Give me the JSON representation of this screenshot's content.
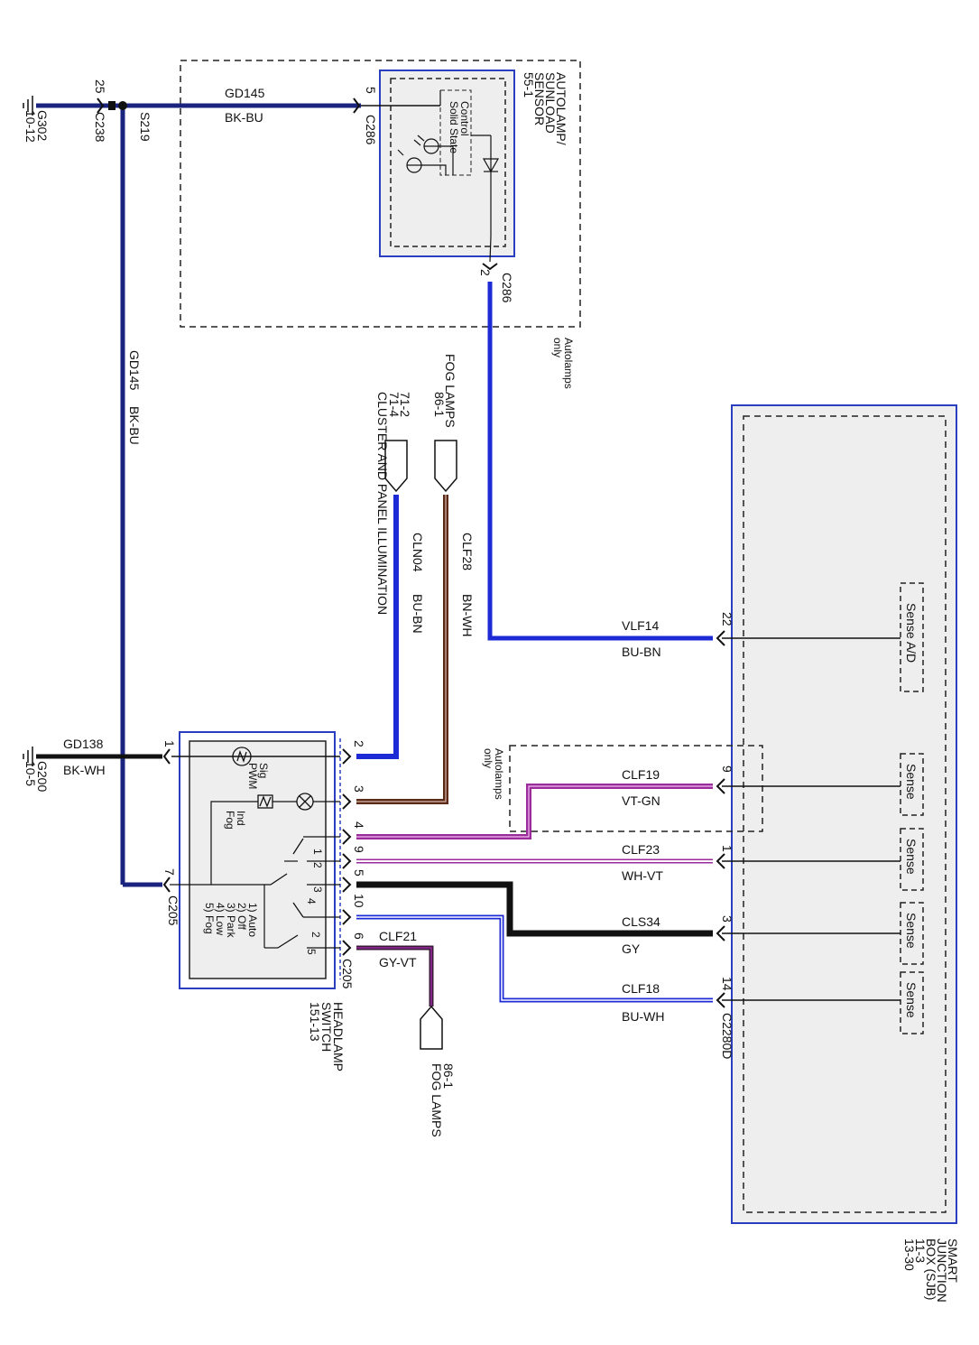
{
  "grounds": {
    "g302": {
      "name": "G302",
      "ref": "10-12"
    },
    "g200": {
      "name": "G200",
      "ref": "10-5"
    }
  },
  "connectors": {
    "c238": {
      "name": "C238",
      "pin": "25"
    },
    "s219": {
      "name": "S219"
    },
    "c286_top": {
      "name": "C286",
      "pin": "5"
    },
    "c286_bot": {
      "name": "C286",
      "pin": "2"
    },
    "c205_left": {
      "name": "C205"
    },
    "c205_right": {
      "name": "C205"
    },
    "c2280d": {
      "name": "C2280D"
    }
  },
  "wires": {
    "gd145_top": {
      "circuit": "GD145",
      "color": "BK-BU"
    },
    "gd145_vert": {
      "circuit": "GD145",
      "color": "BK-BU"
    },
    "gd138": {
      "circuit": "GD138",
      "color": "BK-WH"
    },
    "vlf14": {
      "circuit": "VLF14",
      "color": "BU-BN"
    },
    "cln04": {
      "circuit": "CLN04",
      "color": "BU-BN"
    },
    "clf28": {
      "circuit": "CLF28",
      "color": "BN-WH"
    },
    "clf19": {
      "circuit": "CLF19",
      "color": "VT-GN"
    },
    "clf23": {
      "circuit": "CLF23",
      "color": "WH-VT"
    },
    "cls34": {
      "circuit": "CLS34",
      "color": "GY"
    },
    "clf18": {
      "circuit": "CLF18",
      "color": "BU-WH"
    },
    "clf21": {
      "circuit": "CLF21",
      "color": "GY-VT"
    }
  },
  "components": {
    "autolamp_sensor": {
      "line1": "AUTOLAMP/",
      "line2": "SUNLOAD",
      "line3": "SENSOR",
      "ref": "55-1",
      "inner1": "Control",
      "inner2": "Solid State"
    },
    "sjb": {
      "line1": "SMART",
      "line2": "JUNCTION",
      "line3": "BOX (SJB)",
      "ref1": "11-3",
      "ref2": "13-30"
    },
    "headlamp_switch": {
      "line1": "HEADLAMP",
      "line2": "SWITCH",
      "ref": "151-13"
    }
  },
  "notes": {
    "autolamps_only_1": {
      "line1": "Autolamps",
      "line2": "only"
    },
    "autolamps_only_2": {
      "line1": "Autolamps",
      "line2": "only"
    }
  },
  "destinations": {
    "fog_lamps_top": {
      "line1": "FOG LAMPS",
      "line2": "86-1"
    },
    "cluster": {
      "line1": "CLUSTER AND PANEL ILLUMINATION",
      "ref1": "71-2",
      "ref2": "71-4"
    },
    "fog_lamps_bottom": {
      "line1": "FOG LAMPS",
      "line2": "86-1"
    }
  },
  "sjb_pins": {
    "p22": {
      "pin": "22",
      "label": "Sense A/D"
    },
    "p9": {
      "pin": "9",
      "label": "Sense"
    },
    "p1": {
      "pin": "1",
      "label": "Sense"
    },
    "p3": {
      "pin": "3",
      "label": "Sense"
    },
    "p14": {
      "pin": "14",
      "label": "Sense"
    }
  },
  "switch": {
    "pins": {
      "p1": "1",
      "p7": "7",
      "p2": "2",
      "p3": "3",
      "p4": "4",
      "p9": "9",
      "p5": "5",
      "p10": "10",
      "p6": "6"
    },
    "inner": {
      "sig": "Sig",
      "pwm": "PWM",
      "ind": "Ind",
      "fog": "Fog"
    },
    "contacts": {
      "c1": "1",
      "c2": "2",
      "c3": "3",
      "c4": "4",
      "c2b": "2",
      "c5": "5"
    },
    "positions": [
      "1) Auto",
      "2) Off",
      "3) Park",
      "4) Low",
      "5) Fog"
    ]
  },
  "colors": {
    "blue_dark": "#1a237e",
    "blue": "#1c2bd6",
    "brown": "#5a2a16",
    "violet": "#9b2a9b",
    "black": "#111111",
    "box_border": "#2a3fbf",
    "box_fill": "#eeeeee"
  },
  "icons": [
    "ground-icon",
    "photodiode-icon",
    "led-icon",
    "diode-icon",
    "pwm-source-icon",
    "lamp-icon",
    "resistor-icon"
  ]
}
